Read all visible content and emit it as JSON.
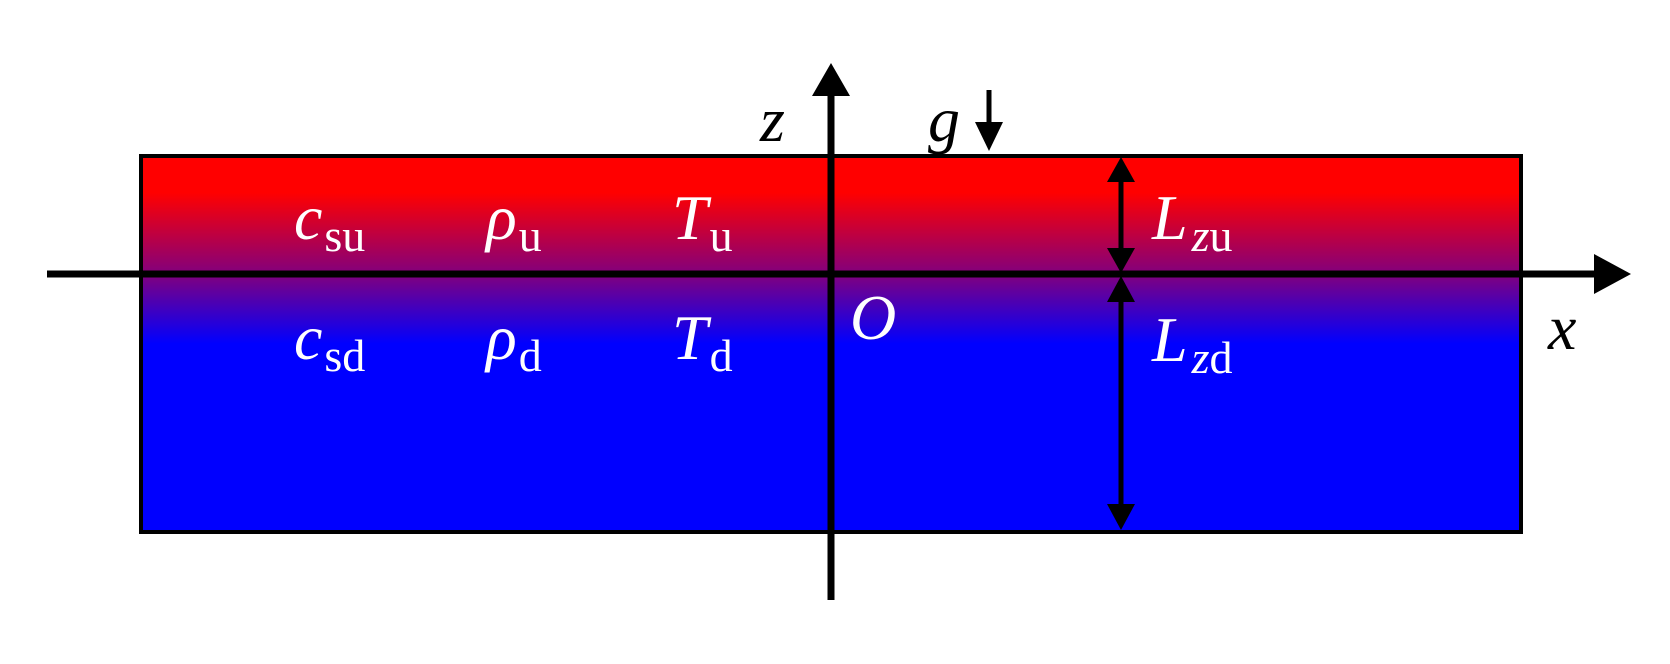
{
  "diagram": {
    "description": "Two-layer stratified fluid domain with coordinate axes",
    "colors": {
      "upper_layer": "#ff0000",
      "interface": "#7a0088",
      "lower_layer": "#0000ff",
      "axes": "#000000",
      "labels_inside": "#ffffff",
      "labels_outside": "#000000"
    },
    "axes": {
      "x_label": "x",
      "z_label": "z",
      "origin_label": "O"
    },
    "gravity": {
      "label": "g",
      "direction": "down"
    },
    "upper_layer": {
      "sound_speed": {
        "main": "c",
        "sub": "su"
      },
      "density": {
        "main": "ρ",
        "sub": "u"
      },
      "temperature": {
        "main": "T",
        "sub": "u"
      },
      "thickness": {
        "main": "L",
        "sub_italic": "z",
        "sub": "u"
      }
    },
    "lower_layer": {
      "sound_speed": {
        "main": "c",
        "sub": "sd"
      },
      "density": {
        "main": "ρ",
        "sub": "d"
      },
      "temperature": {
        "main": "T",
        "sub": "d"
      },
      "thickness": {
        "main": "L",
        "sub_italic": "z",
        "sub": "d"
      }
    }
  }
}
